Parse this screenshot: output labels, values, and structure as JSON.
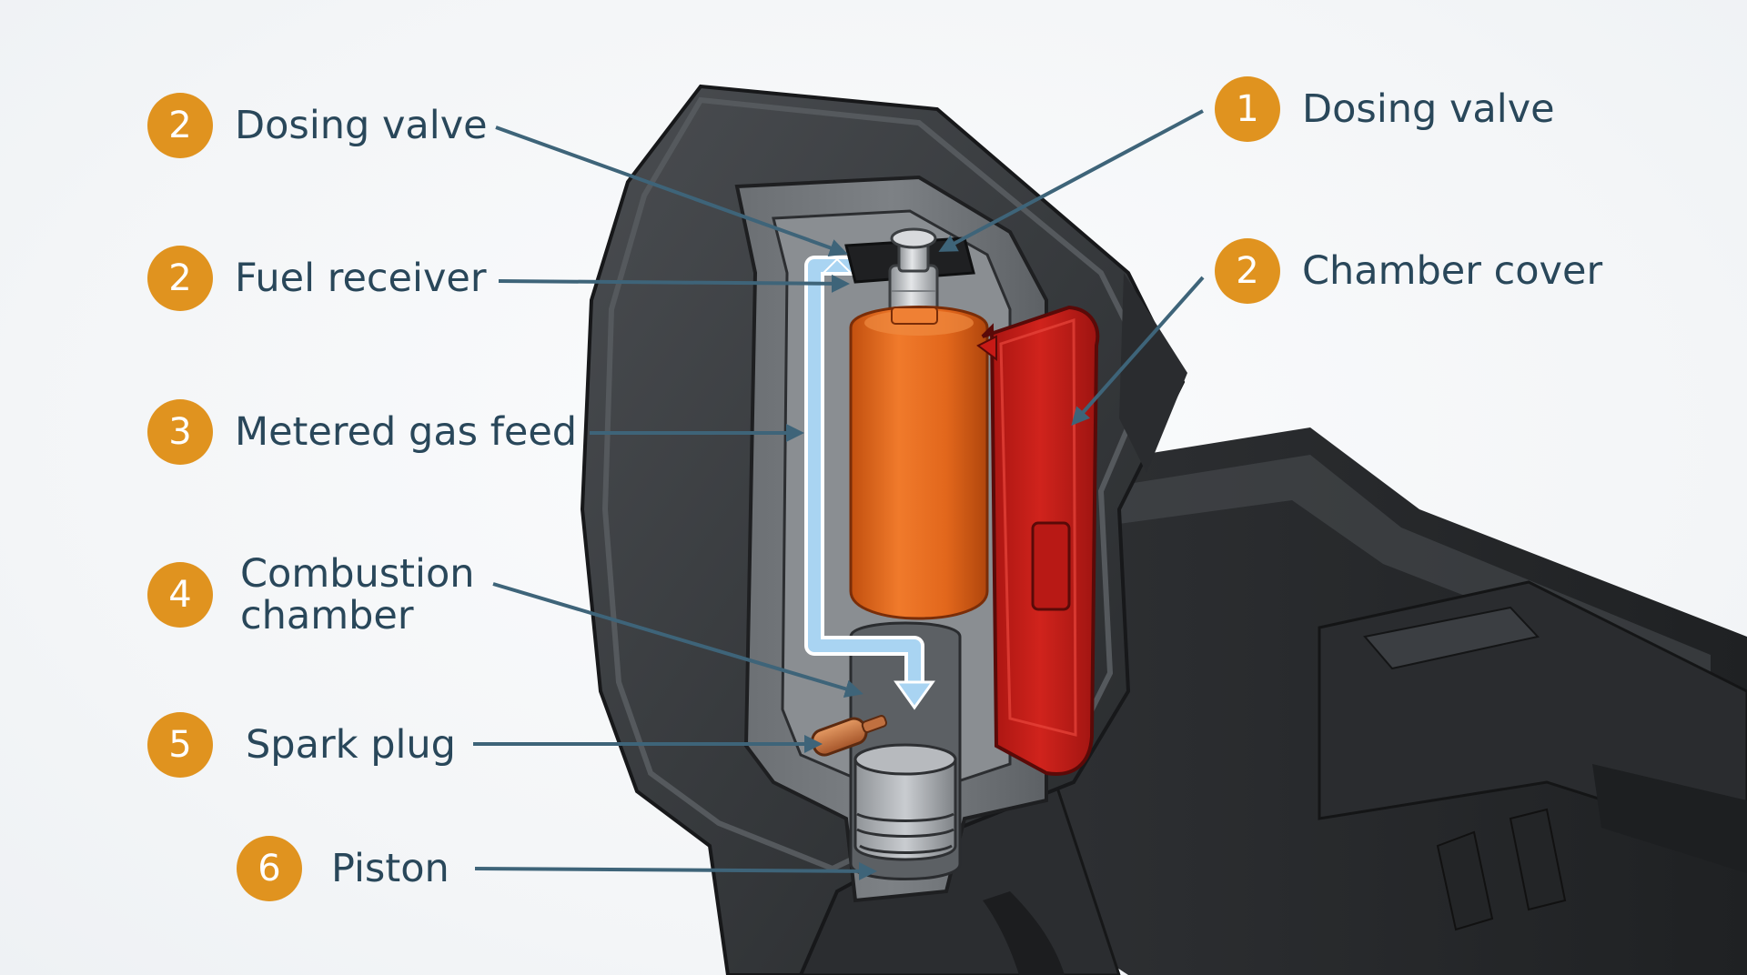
{
  "colors": {
    "badge": "#e0931f",
    "label_text": "#29475a",
    "leader_line": "#3e6479",
    "gas_feed_arrow": "#a9d4f2",
    "fuel_cartridge": "#e2671c",
    "chamber_cover": "#c71a16",
    "housing": "#3a3d40",
    "background": "#f4f6f8"
  },
  "callouts": [
    {
      "number": "2",
      "label": "Dosing valve",
      "target": "dosing-valve"
    },
    {
      "number": "2",
      "label": "Fuel receiver",
      "target": "fuel-receiver"
    },
    {
      "number": "3",
      "label": "Metered gas feed",
      "target": "gas-feed-channel"
    },
    {
      "number": "4",
      "label": "Combustion chamber",
      "target": "combustion-chamber"
    },
    {
      "number": "5",
      "label": "Spark plug",
      "target": "spark-plug"
    },
    {
      "number": "6",
      "label": "Piston",
      "target": "piston"
    },
    {
      "number": "1",
      "label": "Dosing valve",
      "target": "dosing-valve"
    },
    {
      "number": "2",
      "label": "Chamber cover",
      "target": "chamber-cover"
    }
  ]
}
